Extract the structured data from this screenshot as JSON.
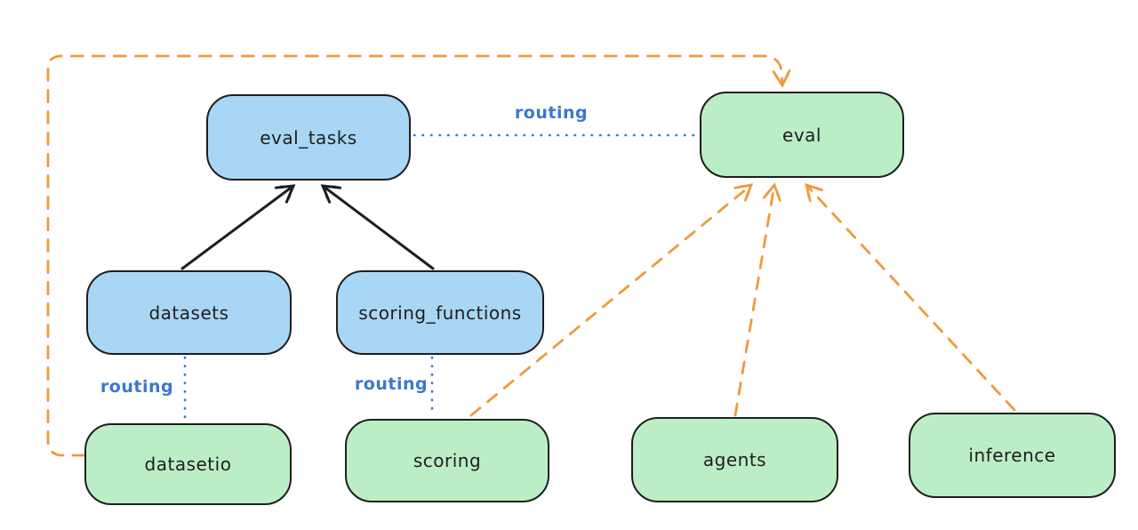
{
  "diagram": {
    "nodes": {
      "eval_tasks": {
        "label": "eval_tasks",
        "fill": "#a9d6f4"
      },
      "eval": {
        "label": "eval",
        "fill": "#bceec6"
      },
      "datasets": {
        "label": "datasets",
        "fill": "#a9d6f4"
      },
      "scoring_functions": {
        "label": "scoring_functions",
        "fill": "#a9d6f4"
      },
      "datasetio": {
        "label": "datasetio",
        "fill": "#bceec6"
      },
      "scoring": {
        "label": "scoring",
        "fill": "#bceec6"
      },
      "agents": {
        "label": "agents",
        "fill": "#bceec6"
      },
      "inference": {
        "label": "inference",
        "fill": "#bceec6"
      }
    },
    "edges": [
      {
        "from": "datasets",
        "to": "eval_tasks",
        "style": "solid-black-arrow"
      },
      {
        "from": "scoring_functions",
        "to": "eval_tasks",
        "style": "solid-black-arrow"
      },
      {
        "from": "eval_tasks",
        "to": "eval",
        "style": "dotted-blue",
        "label": "routing"
      },
      {
        "from": "datasets",
        "to": "datasetio",
        "style": "dotted-blue",
        "label": "routing"
      },
      {
        "from": "scoring_functions",
        "to": "scoring",
        "style": "dotted-blue",
        "label": "routing"
      },
      {
        "from": "datasetio",
        "to": "eval",
        "style": "dashed-orange-arrow"
      },
      {
        "from": "scoring",
        "to": "eval",
        "style": "dashed-orange-arrow"
      },
      {
        "from": "agents",
        "to": "eval",
        "style": "dashed-orange-arrow"
      },
      {
        "from": "inference",
        "to": "eval",
        "style": "dashed-orange-arrow"
      }
    ],
    "colors": {
      "node_blue": "#a9d6f4",
      "node_green": "#bceec6",
      "edge_blue": "#3b78cc",
      "edge_orange": "#ec9b3d",
      "edge_black": "#1e1e1e",
      "background": "#ffffff"
    }
  }
}
